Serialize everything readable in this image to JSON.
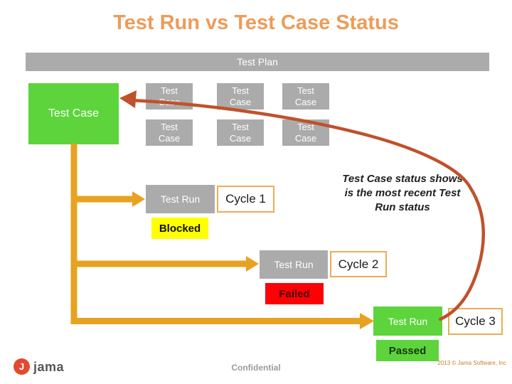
{
  "slide": {
    "title": "Test Run vs Test Case Status",
    "test_plan": "Test Plan",
    "test_case_box": "Test Case",
    "grid_cell": {
      "line1": "Test",
      "line2": "Case"
    },
    "annotation": {
      "line1": "Test Case status shows",
      "line2": "is the most recent Test",
      "line3": "Run status"
    },
    "rows": [
      {
        "run": "Test Run",
        "cycle": "Cycle 1",
        "status": "Blocked",
        "run_bg": "#ABABAB",
        "status_bg": "#FFFF00",
        "status_fg": "#111100"
      },
      {
        "run": "Test Run",
        "cycle": "Cycle 2",
        "status": "Failed",
        "run_bg": "#ABABAB",
        "status_bg": "#FB0207",
        "status_fg": "#4A0000"
      },
      {
        "run": "Test Run",
        "cycle": "Cycle 3",
        "status": "Passed",
        "run_bg": "#5DD43C",
        "status_bg": "#5DD43C",
        "status_fg": "#133A08"
      }
    ],
    "colors": {
      "title": "#ED9C58",
      "bar_gray": "#ABABAB",
      "green": "#5DD43C",
      "flow_arrow": "#E8A221",
      "feedback_arrow": "#C0512B",
      "cycle_border": "#EBAD52"
    }
  },
  "footer": {
    "logo_letter": "J",
    "brand": "jama",
    "confidential": "Confidential",
    "copyright": "2013 © Jama Software, Inc"
  }
}
